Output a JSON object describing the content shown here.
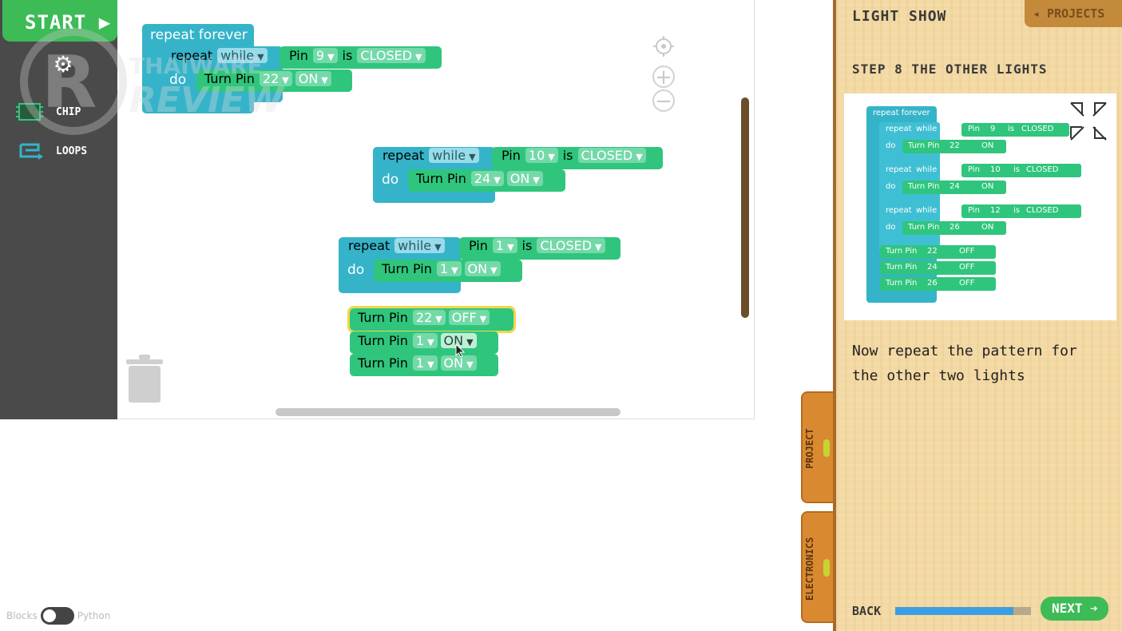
{
  "toolbox": {
    "start_label": "START ▶",
    "categories": [
      {
        "label": "CHIP",
        "icon": "chip-icon",
        "color": "#2fc57d"
      },
      {
        "label": "LOOPS",
        "icon": "loops-icon",
        "color": "#35b3c9"
      }
    ]
  },
  "workspace": {
    "group1": {
      "outer_label": "repeat forever",
      "repeat_label": "repeat",
      "mode": "while",
      "pin_label": "Pin",
      "pin": "9",
      "is_label": "is",
      "state": "CLOSED",
      "do_label": "do",
      "turn_label": "Turn Pin",
      "turn_pin": "22",
      "turn_state": "ON"
    },
    "group2": {
      "repeat_label": "repeat",
      "mode": "while",
      "pin_label": "Pin",
      "pin": "10",
      "is_label": "is",
      "state": "CLOSED",
      "do_label": "do",
      "turn_label": "Turn Pin",
      "turn_pin": "24",
      "turn_state": "ON"
    },
    "group3": {
      "repeat_label": "repeat",
      "mode": "while",
      "pin_label": "Pin",
      "pin": "1",
      "is_label": "is",
      "state": "CLOSED",
      "do_label": "do",
      "turn_label": "Turn Pin",
      "turn_pin": "1",
      "turn_state": "ON"
    },
    "stack": [
      {
        "label": "Turn Pin",
        "pin": "22",
        "state": "OFF"
      },
      {
        "label": "Turn Pin",
        "pin": "1",
        "state": "ON"
      },
      {
        "label": "Turn Pin",
        "pin": "1",
        "state": "ON"
      }
    ]
  },
  "toggle": {
    "left": "Blocks",
    "right": "Python"
  },
  "panel": {
    "title": "LIGHT SHOW",
    "projects_label": "◂ PROJECTS",
    "step_title": "STEP 8 THE OTHER LIGHTS",
    "instruction": "Now repeat the pattern for the other two lights",
    "tabs": {
      "project": "PROJECT",
      "electronics": "ELECTRONICS"
    },
    "back_label": "BACK",
    "next_label": "NEXT ➔",
    "progress": 0.87
  },
  "preview": {
    "outer_label": "repeat forever",
    "loops": [
      {
        "repeat": "repeat",
        "mode": "while",
        "pin_label": "Pin",
        "pin": "9",
        "is": "is",
        "state": "CLOSED",
        "do": "do",
        "turn": "Turn Pin",
        "turn_pin": "22",
        "turn_state": "ON"
      },
      {
        "repeat": "repeat",
        "mode": "while",
        "pin_label": "Pin",
        "pin": "10",
        "is": "is",
        "state": "CLOSED",
        "do": "do",
        "turn": "Turn Pin",
        "turn_pin": "24",
        "turn_state": "ON"
      },
      {
        "repeat": "repeat",
        "mode": "while",
        "pin_label": "Pin",
        "pin": "12",
        "is": "is",
        "state": "CLOSED",
        "do": "do",
        "turn": "Turn Pin",
        "turn_pin": "26",
        "turn_state": "ON"
      }
    ],
    "offs": [
      {
        "turn": "Turn Pin",
        "pin": "22",
        "state": "OFF"
      },
      {
        "turn": "Turn Pin",
        "pin": "24",
        "state": "OFF"
      },
      {
        "turn": "Turn Pin",
        "pin": "26",
        "state": "OFF"
      }
    ]
  },
  "colors": {
    "loops": "#35b3c9",
    "chip": "#2fc57d",
    "start": "#3dbb57",
    "panel": "#f3d9a4"
  }
}
